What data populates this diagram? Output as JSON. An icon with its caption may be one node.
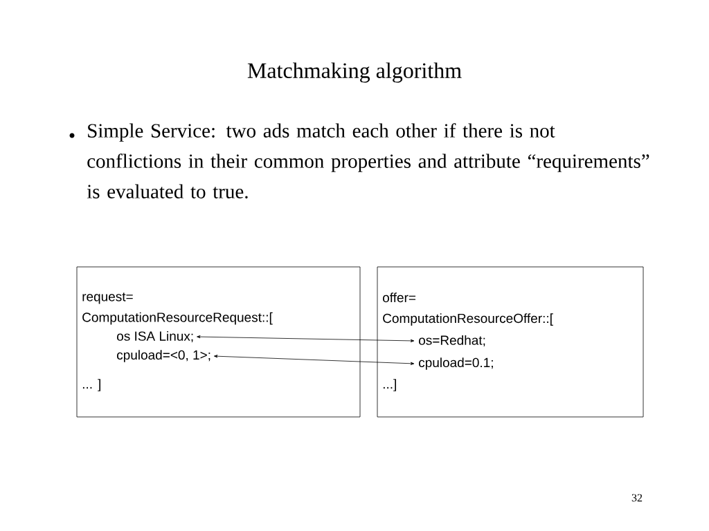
{
  "diagram": {
    "title": "Matchmaking algorithm",
    "nodes": [
      {
        "text": [
          "request= ComputationResourceRequest::[",
          "... ]"
        ]
      },
      {
        "text": [
          "os ISA Linux;"
        ],
        "in": 0
      },
      {
        "text": [
          "cpuload=<0, 1>;"
        ],
        "in": 0
      },
      {
        "text": [
          "offer= ComputationResourceOffer::[",
          "...]"
        ]
      },
      {
        "text": [
          "os=Redhat;"
        ],
        "in": 3
      },
      {
        "text": [
          "cpuload=0.1;"
        ],
        "in": 3
      }
    ],
    "edges": [
      {
        "from": 1,
        "to": 4,
        "arrow": "both"
      },
      {
        "from": 2,
        "to": 5,
        "arrow": "both"
      }
    ],
    "labels": [
      "Simple Service: two ads match each other if  there is not conflictions in their common properties and attribute “requirements” is evaluated to true.",
      "32"
    ]
  }
}
